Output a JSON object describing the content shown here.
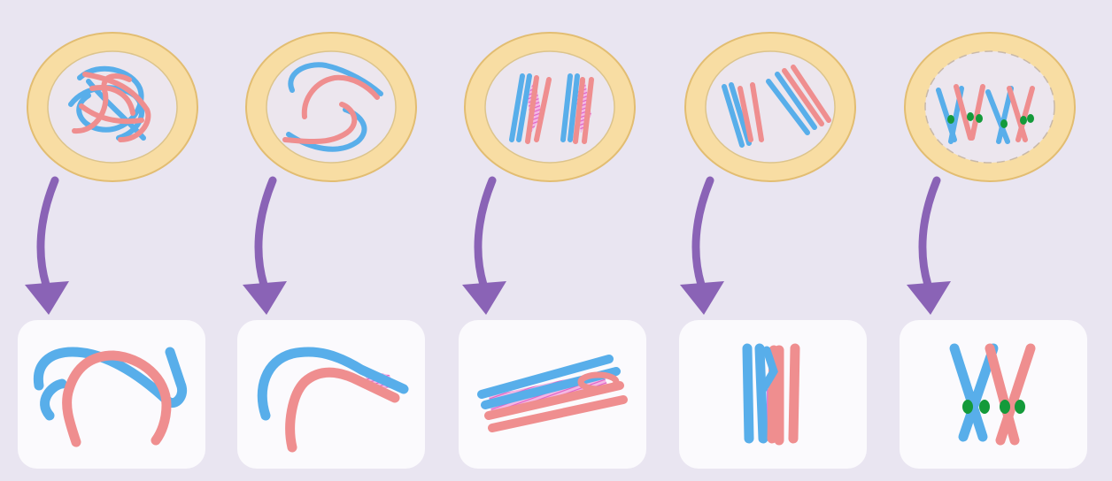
{
  "diagram": {
    "type": "meiosis-prophase-I-stages",
    "stages": [
      {
        "id": "leptotene",
        "nucleus": "tangled-chromosomes",
        "detail": "long-thin-chromosomes"
      },
      {
        "id": "zygotene",
        "nucleus": "pairing-chromosomes",
        "detail": "homologs-begin-synapsis"
      },
      {
        "id": "pachytene",
        "nucleus": "synapsed-bivalents",
        "detail": "crossing-over"
      },
      {
        "id": "diplotene",
        "nucleus": "separating-homologs",
        "detail": "homologs-separate"
      },
      {
        "id": "diakinesis",
        "nucleus": "dissolving-nuclear-envelope",
        "detail": "chiasmata-visible"
      }
    ],
    "colors": {
      "background": "#e9e5f1",
      "cell_membrane": "#f8dda3",
      "cell_outline": "#e2bd72",
      "nucleus": "#ece6ee",
      "chromosome_maternal": "#58aeea",
      "chromosome_paternal": "#ef8e8f",
      "synaptonemal_complex": "#e87fd0",
      "chiasma": "#149a3a",
      "arrow": "#8a63b6",
      "panel": "#fbfafd"
    }
  }
}
